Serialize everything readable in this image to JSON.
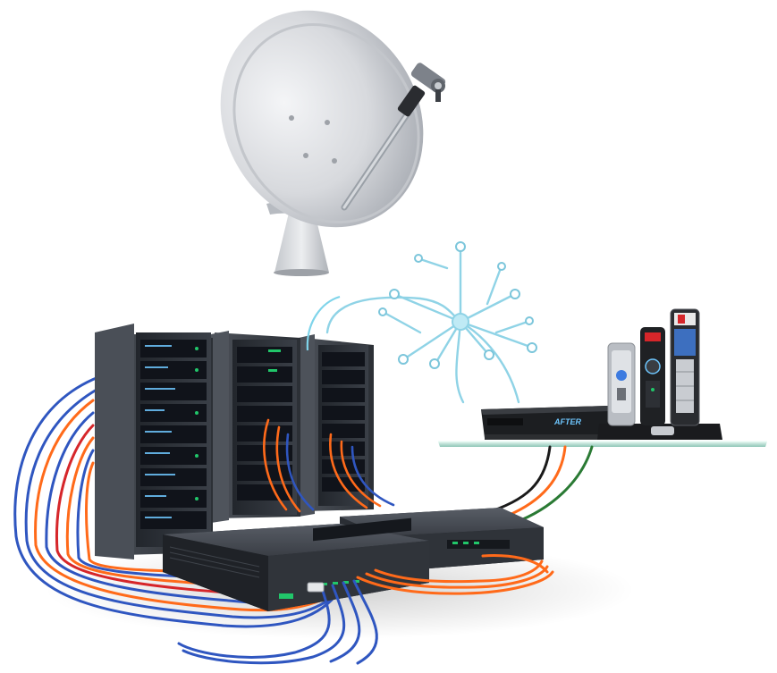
{
  "scene": {
    "background_color": "#ffffff",
    "objects": [
      {
        "name": "satellite-dish",
        "color": "#c9ccd1"
      },
      {
        "name": "server-rack",
        "count": 3,
        "color": "#2d3138"
      },
      {
        "name": "network-switch",
        "count": 2,
        "color": "#33373d"
      },
      {
        "name": "fiber-junction",
        "color": "#8fd3e6"
      },
      {
        "name": "glass-shelf",
        "color": "#bfe6d8"
      },
      {
        "name": "set-top-box",
        "color": "#1c1e21"
      },
      {
        "name": "remote-control",
        "count": 3
      }
    ],
    "cable_colors": {
      "blue": "#2f56c0",
      "orange": "#ff6a1a",
      "red": "#d6262a",
      "green": "#2a7a34",
      "black": "#1a1a1a",
      "light_blue": "#7fd4ea"
    },
    "led_color": "#21c66a",
    "screen_color": "#6ec7ff"
  },
  "labels": {
    "set_top_box_brand": "AFTER"
  }
}
